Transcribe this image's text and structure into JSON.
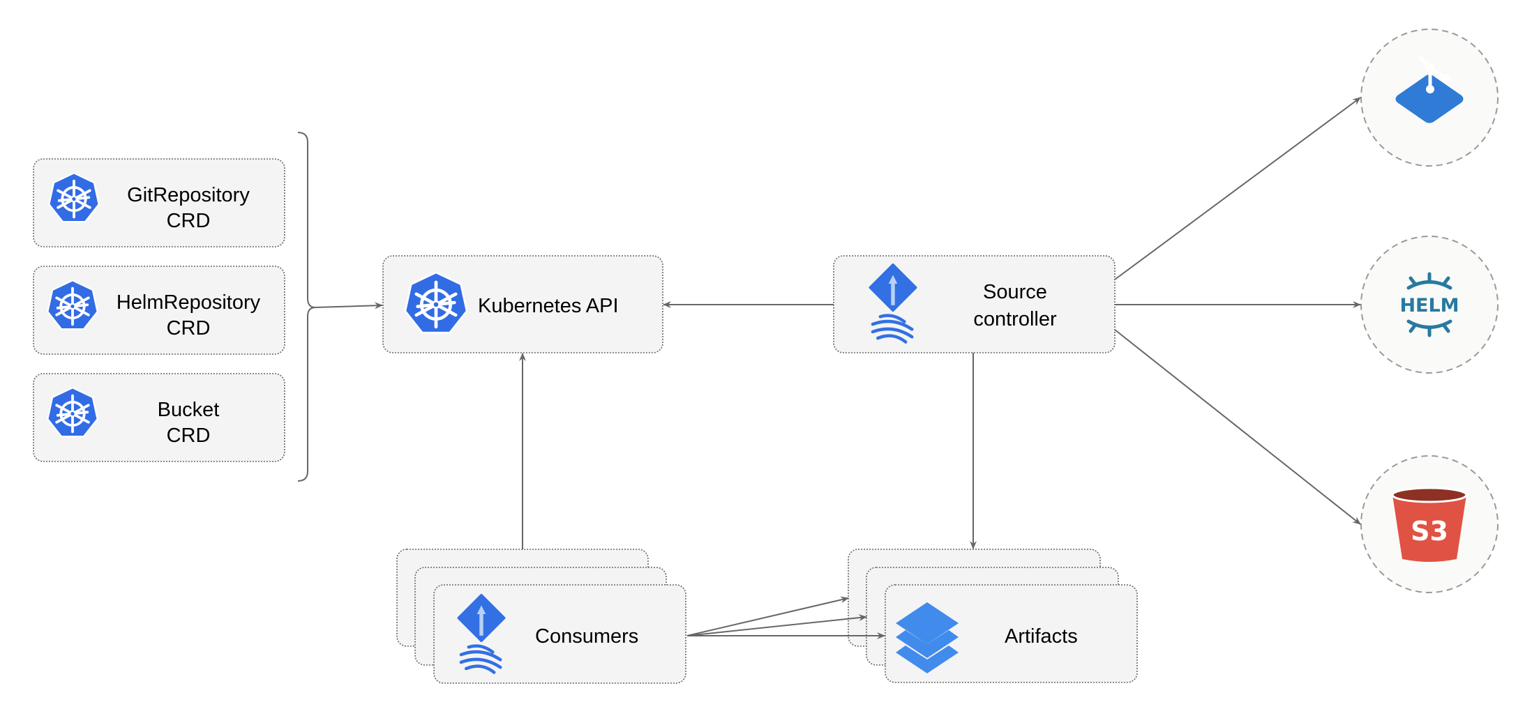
{
  "nodes": {
    "git_repository_crd": {
      "line1": "GitRepository",
      "line2": "CRD",
      "icon": "kubernetes-icon"
    },
    "helm_repository_crd": {
      "line1": "HelmRepository",
      "line2": "CRD",
      "icon": "kubernetes-icon"
    },
    "bucket_crd": {
      "line1": "Bucket",
      "line2": "CRD",
      "icon": "kubernetes-icon"
    },
    "kubernetes_api": {
      "label": "Kubernetes API",
      "icon": "kubernetes-icon"
    },
    "source_controller": {
      "line1": "Source",
      "line2": "controller",
      "icon": "flux-icon"
    },
    "consumers": {
      "label": "Consumers",
      "icon": "flux-icon"
    },
    "artifacts": {
      "label": "Artifacts",
      "icon": "layers-icon"
    },
    "git": {
      "icon": "git-icon"
    },
    "helm": {
      "icon": "helm-icon",
      "logo_text": "HELM"
    },
    "s3": {
      "icon": "s3-bucket-icon",
      "logo_text": "S3"
    }
  },
  "edges": [
    {
      "from": "crds",
      "to": "kubernetes_api"
    },
    {
      "from": "source_controller",
      "to": "kubernetes_api"
    },
    {
      "from": "consumers",
      "to": "kubernetes_api"
    },
    {
      "from": "source_controller",
      "to": "artifacts"
    },
    {
      "from": "consumers",
      "to": "artifacts"
    },
    {
      "from": "source_controller",
      "to": "git"
    },
    {
      "from": "source_controller",
      "to": "helm"
    },
    {
      "from": "source_controller",
      "to": "s3"
    }
  ],
  "colors": {
    "kubernetes_blue": "#326ce5",
    "flux_blue": "#3270e3",
    "layers_blue": "#418bec",
    "git_blue": "#2f7bd6",
    "helm_teal": "#277a9f",
    "s3_red": "#e05243",
    "s3_dark": "#8c3123",
    "edge_gray": "#666666",
    "box_fill": "#f4f4f4"
  }
}
